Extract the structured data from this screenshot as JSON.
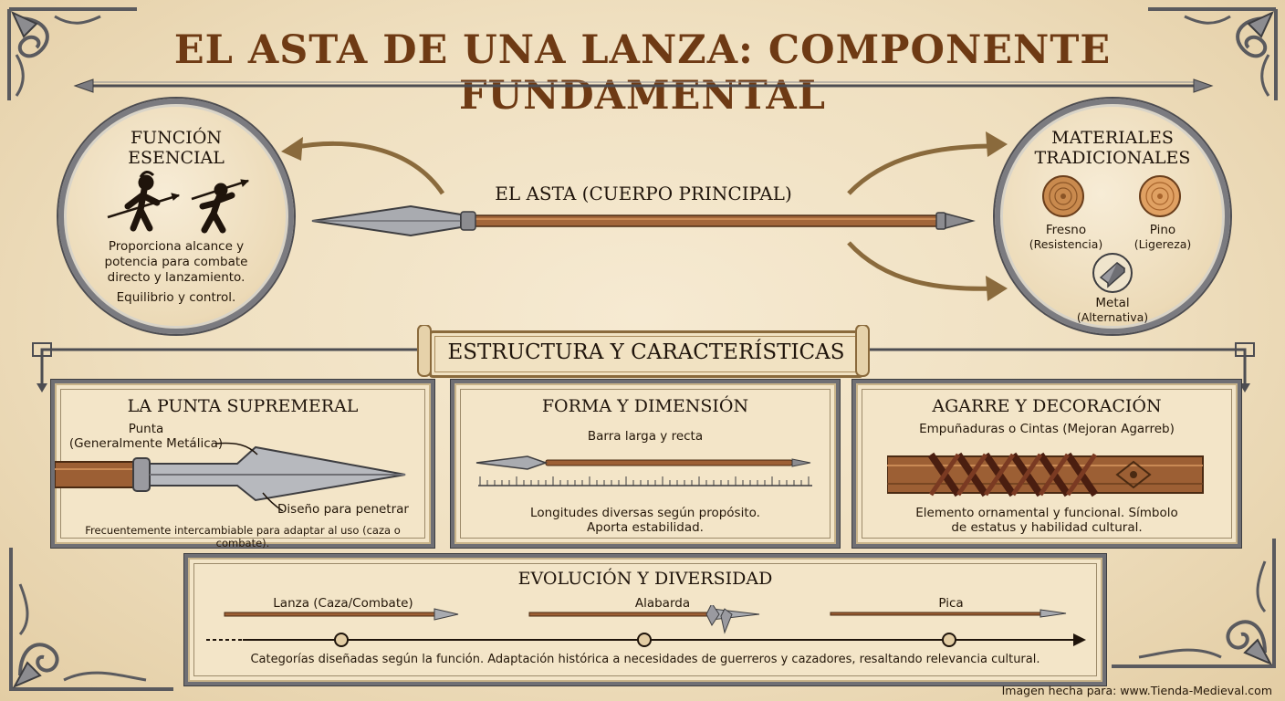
{
  "title": "EL ASTA DE UNA LANZA: COMPONENTE FUNDAMENTAL",
  "center_label": "EL ASTA (CUERPO PRINCIPAL)",
  "funcion": {
    "title_line1": "FUNCIÓN",
    "title_line2": "ESENCIAL",
    "text_line1": "Proporciona alcance y",
    "text_line2": "potencia para combate",
    "text_line3": "directo y lanzamiento.",
    "text_line4": "Equilibrio y control."
  },
  "materiales": {
    "title_line1": "MATERIALES",
    "title_line2": "TRADICIONALES",
    "items": [
      {
        "name": "Fresno",
        "note": "(Resistencia)"
      },
      {
        "name": "Pino",
        "note": "(Ligereza)"
      },
      {
        "name": "Metal",
        "note": "(Alternativa)"
      }
    ]
  },
  "banner": "ESTRUCTURA Y CARACTERÍSTICAS",
  "panels": {
    "punta": {
      "title": "LA PUNTA SUPREMERAL",
      "label1_line1": "Punta",
      "label1_line2": "(Generalmente Metálica)",
      "label2": "Diseño para penetrar",
      "footer": "Frecuentemente intercambiable para adaptar al uso (caza o combate)."
    },
    "forma": {
      "title": "FORMA Y DIMENSIÓN",
      "label": "Barra larga y recta",
      "text_line1": "Longitudes diversas según propósito.",
      "text_line2": "Aporta estabilidad."
    },
    "agarre": {
      "title": "AGARRE Y DECORACIÓN",
      "label": "Empuñaduras o Cintas (Mejoran Agarreb)",
      "text_line1": "Elemento ornamental y funcional. Símbolo",
      "text_line2": "de estatus y habilidad cultural."
    }
  },
  "evolucion": {
    "title": "EVOLUCIÓN Y DIVERSIDAD",
    "items": [
      "Lanza (Caza/Combate)",
      "Alabarda",
      "Pica"
    ],
    "footer": "Categorías diseñadas según la función. Adaptación histórica a necesidades de guerreros y cazadores, resaltando relevancia cultural."
  },
  "credit": "Imagen hecha para: www.Tienda-Medieval.com",
  "colors": {
    "parchment": "#efdfbf",
    "title_brown": "#6e3a14",
    "frame_steel": "#6f6f74",
    "wood": "#9c5f34",
    "arrow_brown": "#8a6a3c"
  }
}
